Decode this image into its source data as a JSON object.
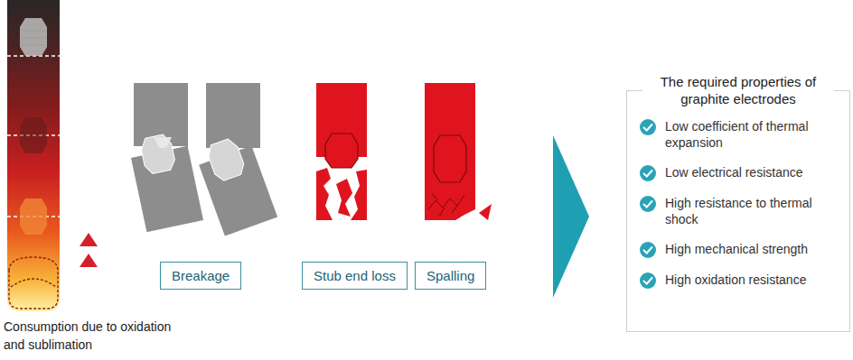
{
  "diagram": {
    "nodes": [
      {
        "text": [
          "Breakage"
        ]
      },
      {
        "text": [
          "Stub end loss"
        ]
      },
      {
        "text": [
          "Spalling"
        ]
      },
      {
        "text": [
          "The required properties of graphite electrodes",
          "Low coefficient of thermal expansion",
          "Low electrical resistance",
          "High resistance to thermal shock",
          "High mechanical strength",
          "High oxidation resistance"
        ]
      }
    ],
    "labels": [
      "Consumption due to oxidation and sublimation"
    ]
  }
}
